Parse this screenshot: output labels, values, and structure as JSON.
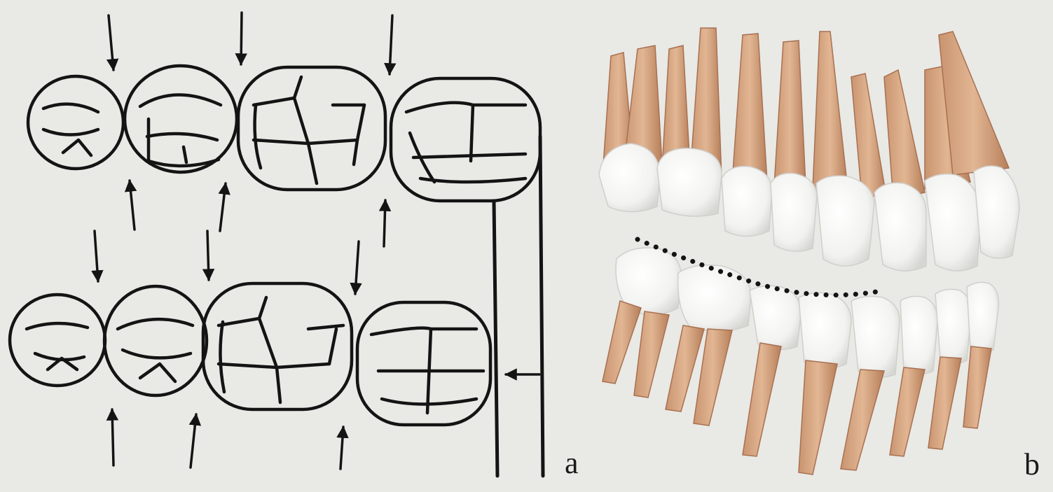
{
  "figure": {
    "panels": [
      {
        "id": "a",
        "label": "a"
      },
      {
        "id": "b",
        "label": "b"
      }
    ],
    "colors": {
      "background": "#e9e9e6",
      "ink": "#141414",
      "root": "#d9a781",
      "root_shadow": "#b9825e",
      "crown": "#f6f6f4",
      "crown_shadow": "#d8d8d6"
    }
  }
}
